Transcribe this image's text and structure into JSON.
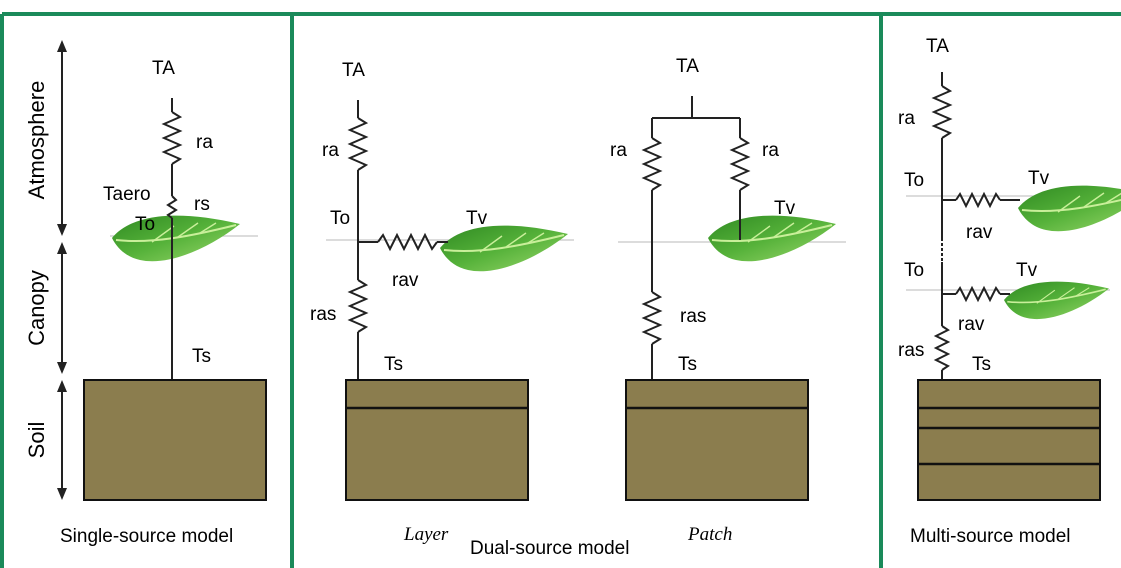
{
  "axis": {
    "atmosphere": "Atmosphere",
    "canopy": "Canopy",
    "soil": "Soil"
  },
  "single": {
    "ta": "TA",
    "ra": "ra",
    "taero": "Taero",
    "rs": "rs",
    "to": "To",
    "ts": "Ts",
    "caption": "Single-source model"
  },
  "dual": {
    "layer": {
      "ta": "TA",
      "ra": "ra",
      "to": "To",
      "tv": "Tv",
      "rav": "rav",
      "ras": "ras",
      "ts": "Ts",
      "caption": "Layer"
    },
    "patch": {
      "ta": "TA",
      "ra_left": "ra",
      "ra_right": "ra",
      "tv": "Tv",
      "ras": "ras",
      "ts": "Ts",
      "caption": "Patch"
    },
    "caption": "Dual-source model"
  },
  "multi": {
    "ta": "TA",
    "ra": "ra",
    "to_upper": "To",
    "tv_upper": "Tv",
    "rav_upper": "rav",
    "to_lower": "To",
    "tv_lower": "Tv",
    "rav_lower": "rav",
    "ras": "ras",
    "ts": "Ts",
    "caption": "Multi-source model"
  },
  "colors": {
    "frame": "#1a8a5a",
    "soil": "#8b7d4e",
    "leaf_dark": "#3e9a2c",
    "leaf_light": "#8fd063"
  }
}
